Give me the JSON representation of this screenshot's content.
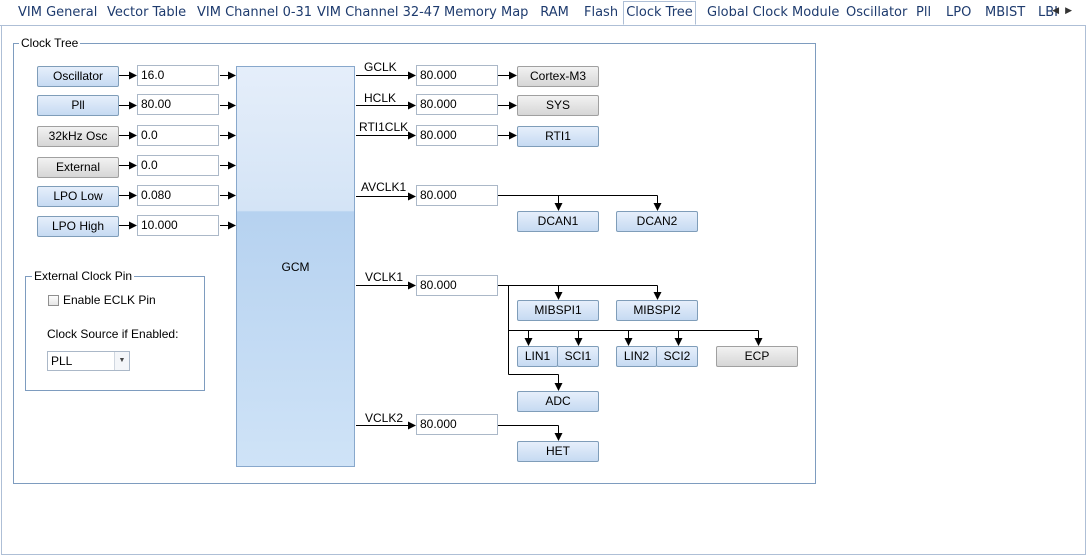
{
  "tabs": [
    {
      "label": "VIM General",
      "active": false
    },
    {
      "label": "Vector Table",
      "active": false
    },
    {
      "label": "VIM Channel 0-31",
      "active": false
    },
    {
      "label": "VIM Channel 32-47",
      "active": false
    },
    {
      "label": "Memory Map",
      "active": false
    },
    {
      "label": "RAM",
      "active": false
    },
    {
      "label": "Flash",
      "active": false
    },
    {
      "label": "Clock Tree",
      "active": true
    },
    {
      "label": "Global Clock Module",
      "active": false
    },
    {
      "label": "Oscillator",
      "active": false
    },
    {
      "label": "Pll",
      "active": false
    },
    {
      "label": "LPO",
      "active": false
    },
    {
      "label": "MBIST",
      "active": false
    },
    {
      "label": "LBI",
      "active": false
    }
  ],
  "tab_scroll": {
    "left": "◀",
    "right": "▶"
  },
  "clock_tree": {
    "title": "Clock Tree",
    "sources": [
      {
        "label": "Oscillator",
        "value": "16.0"
      },
      {
        "label": "Pll",
        "value": "80.00"
      },
      {
        "label": "32kHz Osc",
        "value": "0.0"
      },
      {
        "label": "External",
        "value": "0.0"
      },
      {
        "label": "LPO Low",
        "value": "0.080"
      },
      {
        "label": "LPO High",
        "value": "10.000"
      }
    ],
    "gcm_label": "GCM",
    "clocks": [
      {
        "name": "GCLK",
        "value": "80.000"
      },
      {
        "name": "HCLK",
        "value": "80.000"
      },
      {
        "name": "RTI1CLK",
        "value": "80.000"
      },
      {
        "name": "AVCLK1",
        "value": "80.000"
      },
      {
        "name": "VCLK1",
        "value": "80.000"
      },
      {
        "name": "VCLK2",
        "value": "80.000"
      }
    ],
    "peripherals": {
      "cortex_m3": "Cortex-M3",
      "sys": "SYS",
      "rti1": "RTI1",
      "dcan1": "DCAN1",
      "dcan2": "DCAN2",
      "mibspi1": "MIBSPI1",
      "mibspi2": "MIBSPI2",
      "lin1": "LIN1",
      "sci1": "SCI1",
      "lin2": "LIN2",
      "sci2": "SCI2",
      "ecp": "ECP",
      "adc": "ADC",
      "het": "HET"
    }
  },
  "external_clock_pin": {
    "title": "External Clock Pin",
    "enable_label": "Enable ECLK Pin",
    "enable_checked": false,
    "source_label": "Clock Source if Enabled:",
    "source_value": "PLL"
  }
}
